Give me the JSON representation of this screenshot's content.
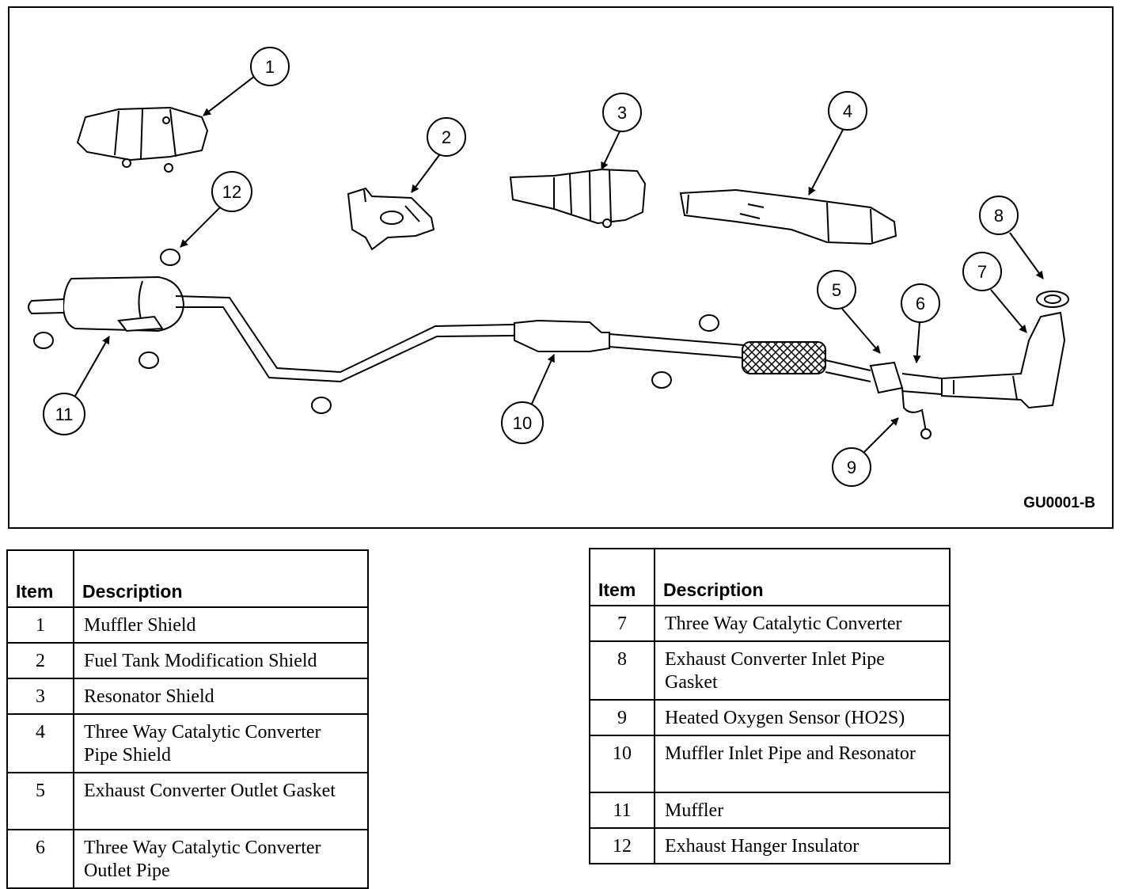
{
  "diagram": {
    "reference_code": "GU0001-B",
    "callouts": [
      "1",
      "2",
      "3",
      "4",
      "5",
      "6",
      "7",
      "8",
      "9",
      "10",
      "11",
      "12"
    ]
  },
  "legend": {
    "header_item": "Item",
    "header_description": "Description",
    "left_rows": [
      {
        "item": "1",
        "description": "Muffler Shield"
      },
      {
        "item": "2",
        "description": "Fuel Tank Modification Shield"
      },
      {
        "item": "3",
        "description": "Resonator Shield"
      },
      {
        "item": "4",
        "description": "Three Way Catalytic Converter Pipe Shield"
      },
      {
        "item": "5",
        "description": "Exhaust Converter Outlet Gasket"
      },
      {
        "item": "6",
        "description": "Three Way Catalytic Converter Outlet Pipe"
      }
    ],
    "right_rows": [
      {
        "item": "7",
        "description": "Three Way Catalytic Converter"
      },
      {
        "item": "8",
        "description": "Exhaust Converter Inlet Pipe Gasket"
      },
      {
        "item": "9",
        "description": "Heated Oxygen Sensor (HO2S)"
      },
      {
        "item": "10",
        "description": "Muffler Inlet Pipe and Resonator"
      },
      {
        "item": "11",
        "description": "Muffler"
      },
      {
        "item": "12",
        "description": "Exhaust Hanger Insulator"
      }
    ]
  }
}
